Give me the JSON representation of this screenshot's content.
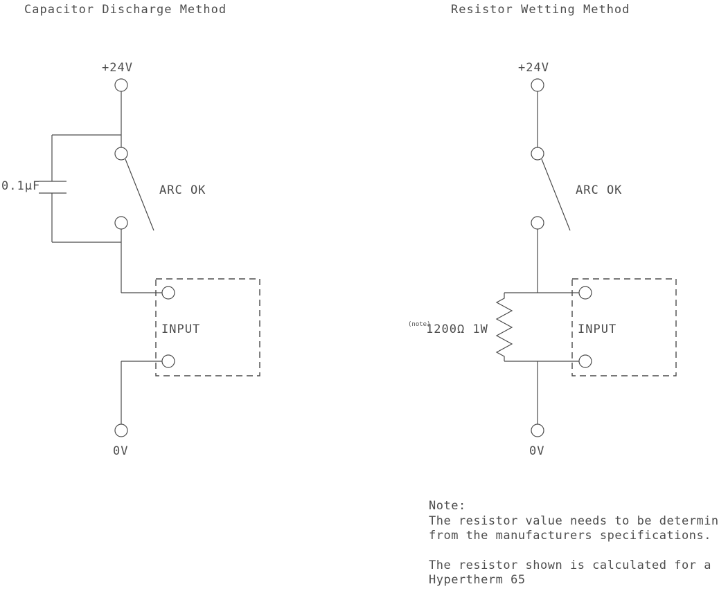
{
  "colors": {
    "line": "#4a4a4a",
    "text": "#4d4d4d",
    "background": "#ffffff"
  },
  "left_diagram": {
    "title": "Capacitor Discharge Method",
    "supply_label": "+24V",
    "switch_label": "ARC OK",
    "capacitor_label": "0.1µF",
    "input_label": "INPUT",
    "ground_label": "0V"
  },
  "right_diagram": {
    "title": "Resistor Wetting Method",
    "supply_label": "+24V",
    "switch_label": "ARC OK",
    "resistor_note_ref": "(note)",
    "resistor_label": "1200Ω 1W",
    "input_label": "INPUT",
    "ground_label": "0V"
  },
  "note": {
    "heading": "Note:",
    "line1": "The resistor value needs to be determined",
    "line2": "from the manufacturers specifications.",
    "line3": "The resistor shown is calculated for a",
    "line4": "Hypertherm 65"
  }
}
